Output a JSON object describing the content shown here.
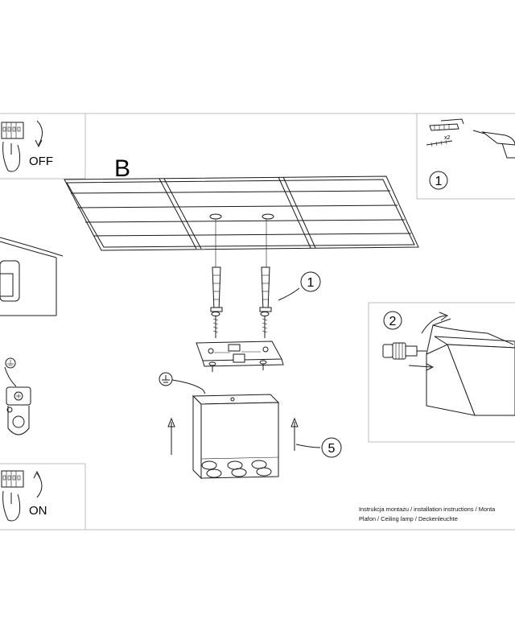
{
  "labels": {
    "power_off": "OFF",
    "power_on": "ON",
    "section_letter": "B",
    "count_x2": "x2"
  },
  "steps": {
    "step_1_callout": "1",
    "step_1_toolbox": "1",
    "step_2": "2",
    "step_5": "5"
  },
  "footer": {
    "line1": "Instrukcja montażu / installation instructions / Monta",
    "line2": "Plafon / Ceiling lamp / Deckenleuchte"
  }
}
